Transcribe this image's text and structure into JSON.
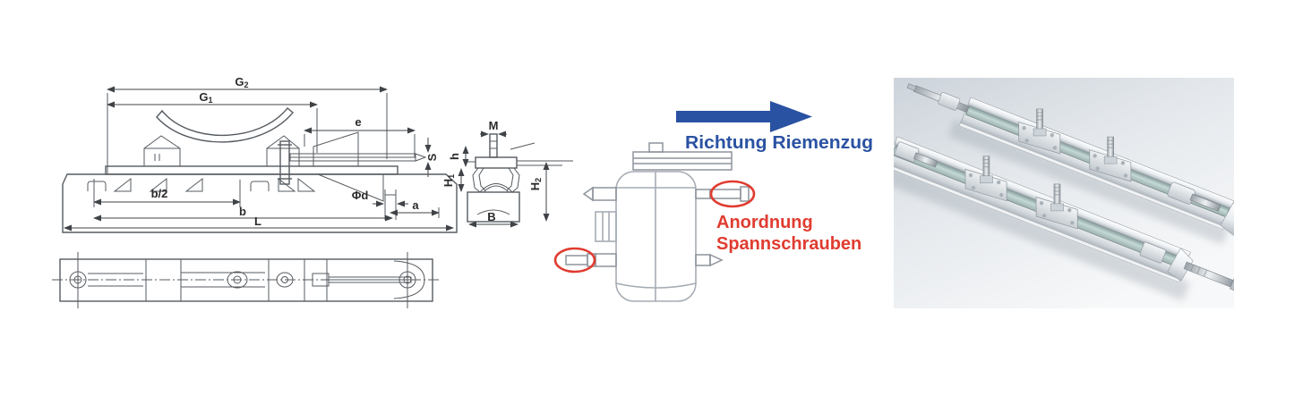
{
  "dimension_drawing": {
    "labels": {
      "g2": {
        "base": "G",
        "sub": "2"
      },
      "g1": {
        "base": "G",
        "sub": "1"
      },
      "e": "e",
      "m": "M",
      "s": "S",
      "h": "h",
      "h1": {
        "base": "H",
        "sub": "1"
      },
      "h2": {
        "base": "H",
        "sub": "2"
      },
      "b_half": "b/2",
      "b": "b",
      "l": "L",
      "phi_d": "Φd",
      "a": "a",
      "width_b": "B"
    },
    "line_color": "#565b60",
    "label_color": "#2b2b2b"
  },
  "motor_diagram": {
    "direction_label": "Richtung Riemenzug",
    "annotation_line1": "Anordnung",
    "annotation_line2": "Spannschrauben",
    "arrow_color": "#2a52a2",
    "text_blue": "#2a52a2",
    "text_red": "#e03c30",
    "highlight_red": "#e03c30",
    "sketch_color": "#a6acb4"
  },
  "photo": {
    "bg_top": "#ccd3da",
    "bg_bottom": "#f7f8f9",
    "metal_light": "#ffffff",
    "metal_dark": "#aab2b9",
    "channel_tint": "#8fa8a6"
  }
}
